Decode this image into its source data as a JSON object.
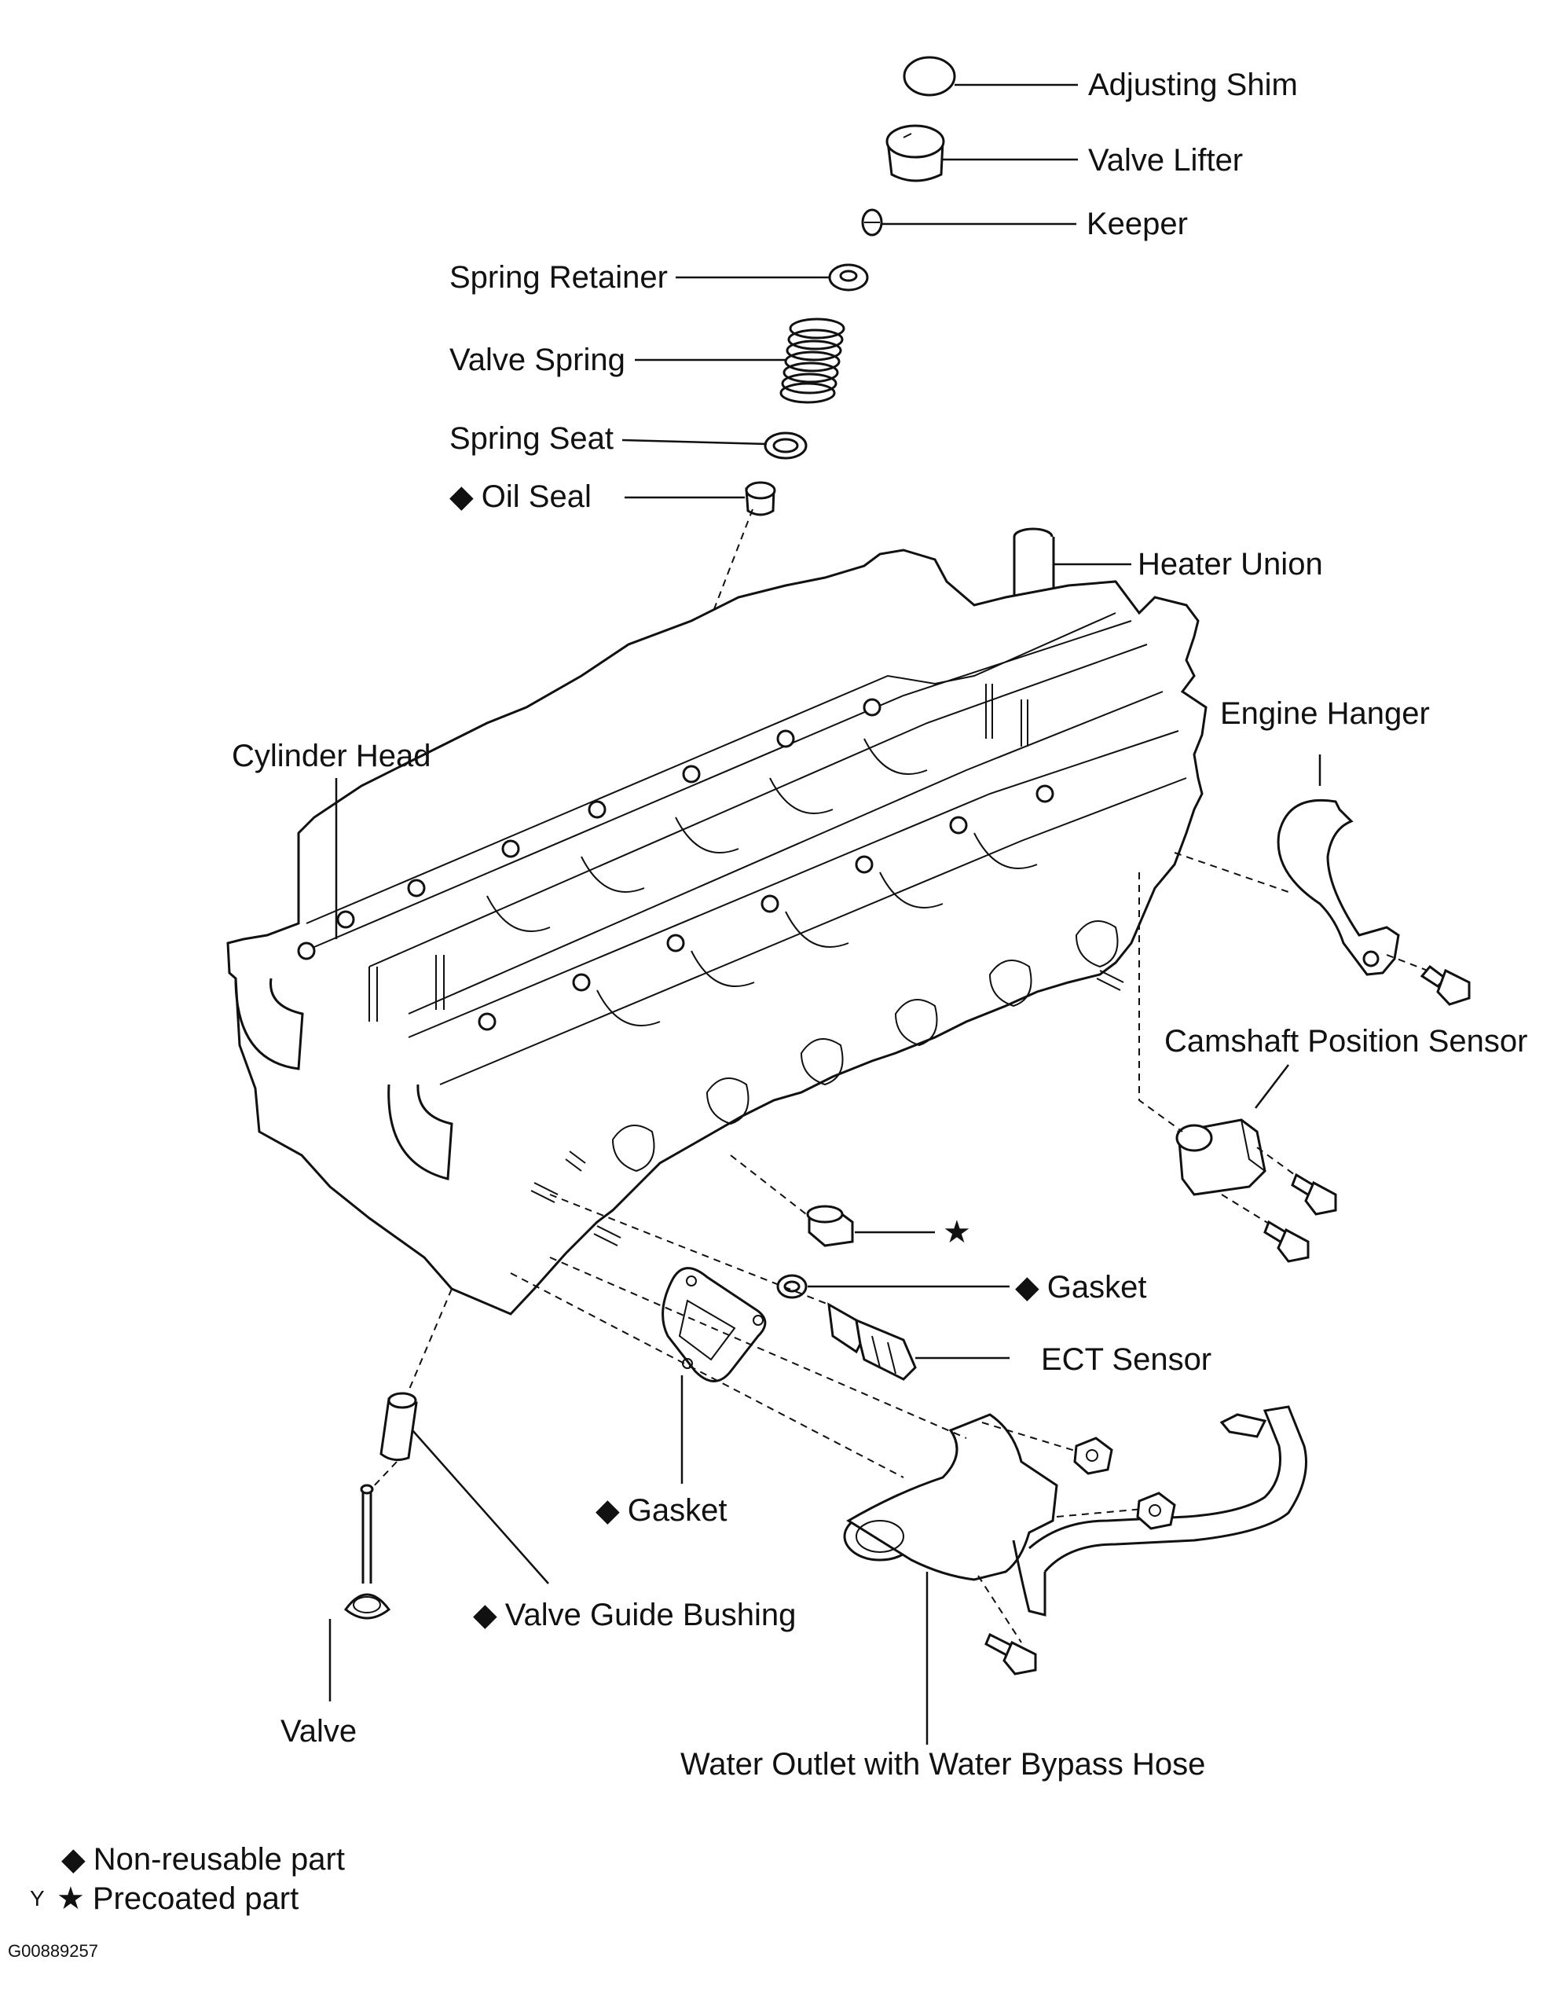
{
  "symbols": {
    "non_reusable": "◆",
    "precoated": "★"
  },
  "labels": {
    "adjusting_shim": "Adjusting Shim",
    "valve_lifter": "Valve Lifter",
    "keeper": "Keeper",
    "spring_retainer": "Spring Retainer",
    "valve_spring": "Valve Spring",
    "spring_seat": "Spring Seat",
    "oil_seal": "Oil Seal",
    "heater_union": "Heater Union",
    "engine_hanger": "Engine Hanger",
    "cylinder_head": "Cylinder Head",
    "camshaft_position_sensor": "Camshaft Position Sensor",
    "gasket_ect": "Gasket",
    "ect_sensor": "ECT Sensor",
    "gasket_outlet": "Gasket",
    "valve_guide_bushing": "Valve Guide Bushing",
    "valve": "Valve",
    "water_outlet": "Water Outlet with Water Bypass Hose"
  },
  "legend": {
    "non_reusable": "Non-reusable part",
    "precoated": "Precoated part",
    "y_mark": "Y"
  },
  "figure_code": "G00889257",
  "icons": [
    "diamond-icon",
    "star-icon"
  ]
}
